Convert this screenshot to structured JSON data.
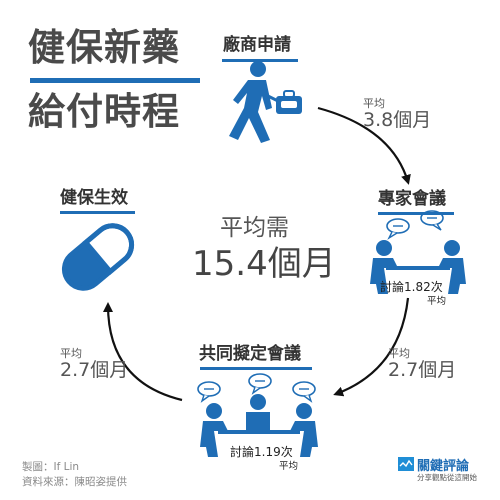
{
  "title": {
    "line1": "健保新藥",
    "line2": "給付時程"
  },
  "steps": {
    "vendor": {
      "label": "廠商申請"
    },
    "expert": {
      "label": "專家會議",
      "discussion": "討論1.82次",
      "discussion_unit": "平均"
    },
    "joint": {
      "label": "共同擬定會議",
      "discussion": "討論1.19次",
      "discussion_unit": "平均"
    },
    "effective": {
      "label": "健保生效"
    }
  },
  "durations": {
    "d1": {
      "small": "平均",
      "big": "3.8個月"
    },
    "d2": {
      "small": "平均",
      "big": "2.7個月"
    },
    "d3": {
      "small": "平均",
      "big": "2.7個月"
    }
  },
  "center": {
    "small": "平均需",
    "big": "15.4個月"
  },
  "footer": {
    "credit": "製圖：If Lin",
    "source": "資料來源：陳昭姿提供"
  },
  "brand": {
    "name": "關鍵評論",
    "tagline": "分享觀點從這開始"
  },
  "colors": {
    "accent": "#1f6db5",
    "text": "#3a3a3a"
  }
}
